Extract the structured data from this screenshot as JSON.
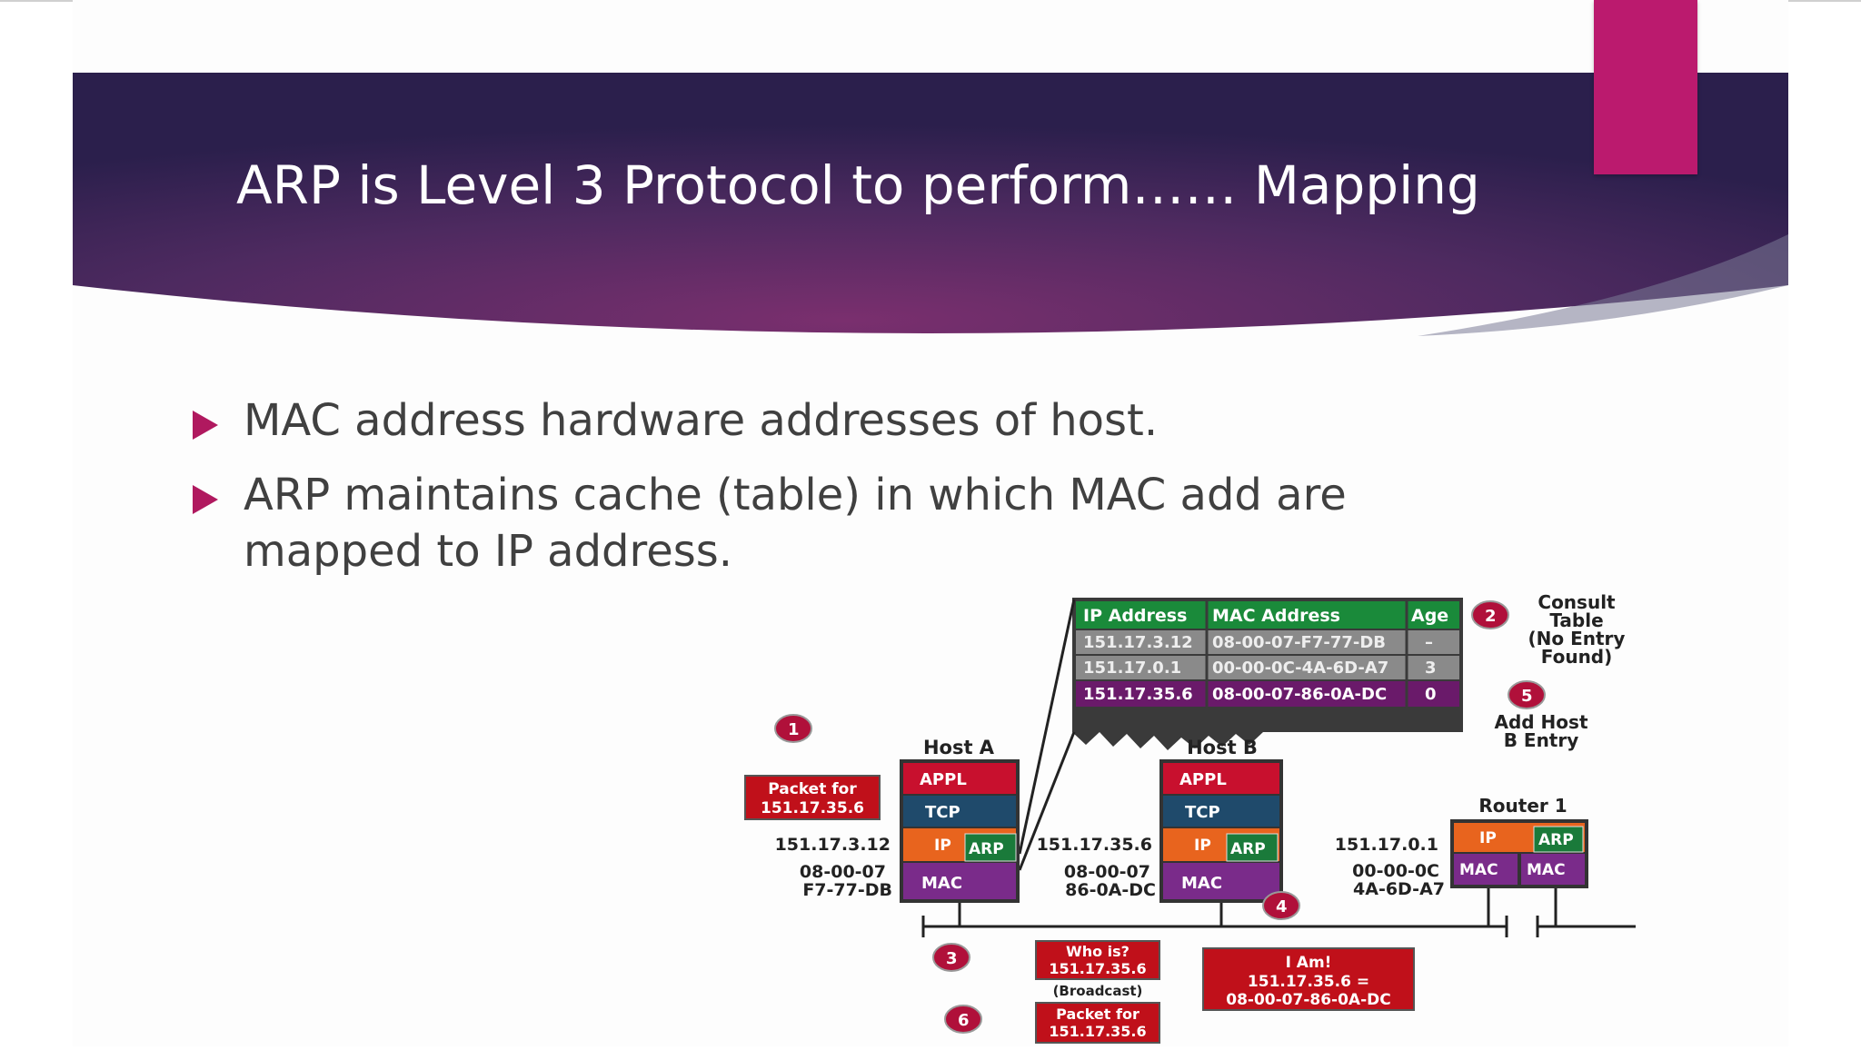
{
  "slide": {
    "title": "ARP is Level 3 Protocol to perform…… Mapping",
    "bullets": [
      "MAC address hardware addresses of host.",
      "ARP maintains cache (table) in which MAC add are mapped to IP address."
    ]
  },
  "diagram": {
    "arp_table": {
      "headers": [
        "IP Address",
        "MAC Address",
        "Age"
      ],
      "rows": [
        [
          "151.17.3.12",
          "08-00-07-F7-77-DB",
          "–"
        ],
        [
          "151.17.0.1",
          "00-00-0C-4A-6D-A7",
          "3"
        ],
        [
          "151.17.35.6",
          "08-00-07-86-0A-DC",
          "0"
        ]
      ]
    },
    "steps": [
      "1",
      "2",
      "3",
      "4",
      "5",
      "6"
    ],
    "step2_label": [
      "Consult",
      "Table",
      "(No Entry",
      "Found)"
    ],
    "step5_label": [
      "Add Host",
      "B Entry"
    ],
    "host_a": {
      "title": "Host A",
      "layers": [
        "APPL",
        "TCP",
        "IP",
        "ARP",
        "MAC"
      ],
      "ip": "151.17.3.12",
      "mac1": "08-00-07",
      "mac2": "F7-77-DB"
    },
    "host_b": {
      "title": "Host B",
      "layers": [
        "APPL",
        "TCP",
        "IP",
        "ARP",
        "MAC"
      ],
      "ip": "151.17.35.6",
      "mac1": "08-00-07",
      "mac2": "86-0A-DC"
    },
    "router": {
      "title": "Router 1",
      "layers": [
        "IP",
        "ARP",
        "MAC",
        "MAC"
      ],
      "ip": "151.17.0.1",
      "mac1": "00-00-0C",
      "mac2": "4A-6D-A7"
    },
    "packet1": [
      "Packet for",
      "151.17.35.6"
    ],
    "who_is": [
      "Who is?",
      "151.17.35.6"
    ],
    "broadcast": "(Broadcast)",
    "i_am": [
      "I Am!",
      "151.17.35.6 =",
      "08-00-07-86-0A-DC"
    ],
    "packet6": [
      "Packet for",
      "151.17.35.6"
    ]
  },
  "colors": {
    "banner_dark": "#2e1f4f",
    "banner_mid": "#6b2d6a",
    "accent": "#bb1a6e",
    "bullet_mark": "#b0195f",
    "appl": "#c8102e",
    "tcp": "#1f4a6b",
    "ip": "#e8641e",
    "arp": "#1a7a3a",
    "mac": "#7a2b8a",
    "table_header": "#1a8a3a",
    "table_row": "#8a8a8a",
    "table_highlight": "#6a1a6a",
    "box_red": "#c0101a"
  }
}
